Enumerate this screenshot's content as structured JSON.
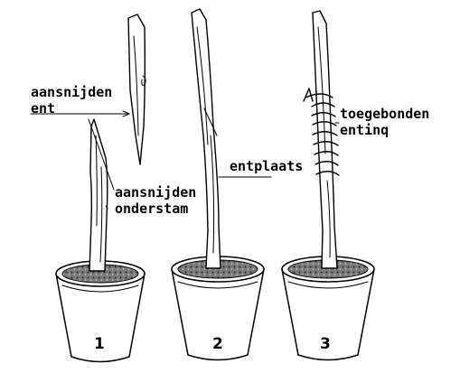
{
  "labels": {
    "cut_scion": [
      "aansnijden",
      "ent"
    ],
    "cut_rootstock": [
      "aansnijden",
      "onderstam"
    ],
    "graft_site": "entplaats",
    "tied_graft": [
      "toegebonden",
      "entinq"
    ]
  },
  "pots": [
    "1",
    "2",
    "3"
  ]
}
